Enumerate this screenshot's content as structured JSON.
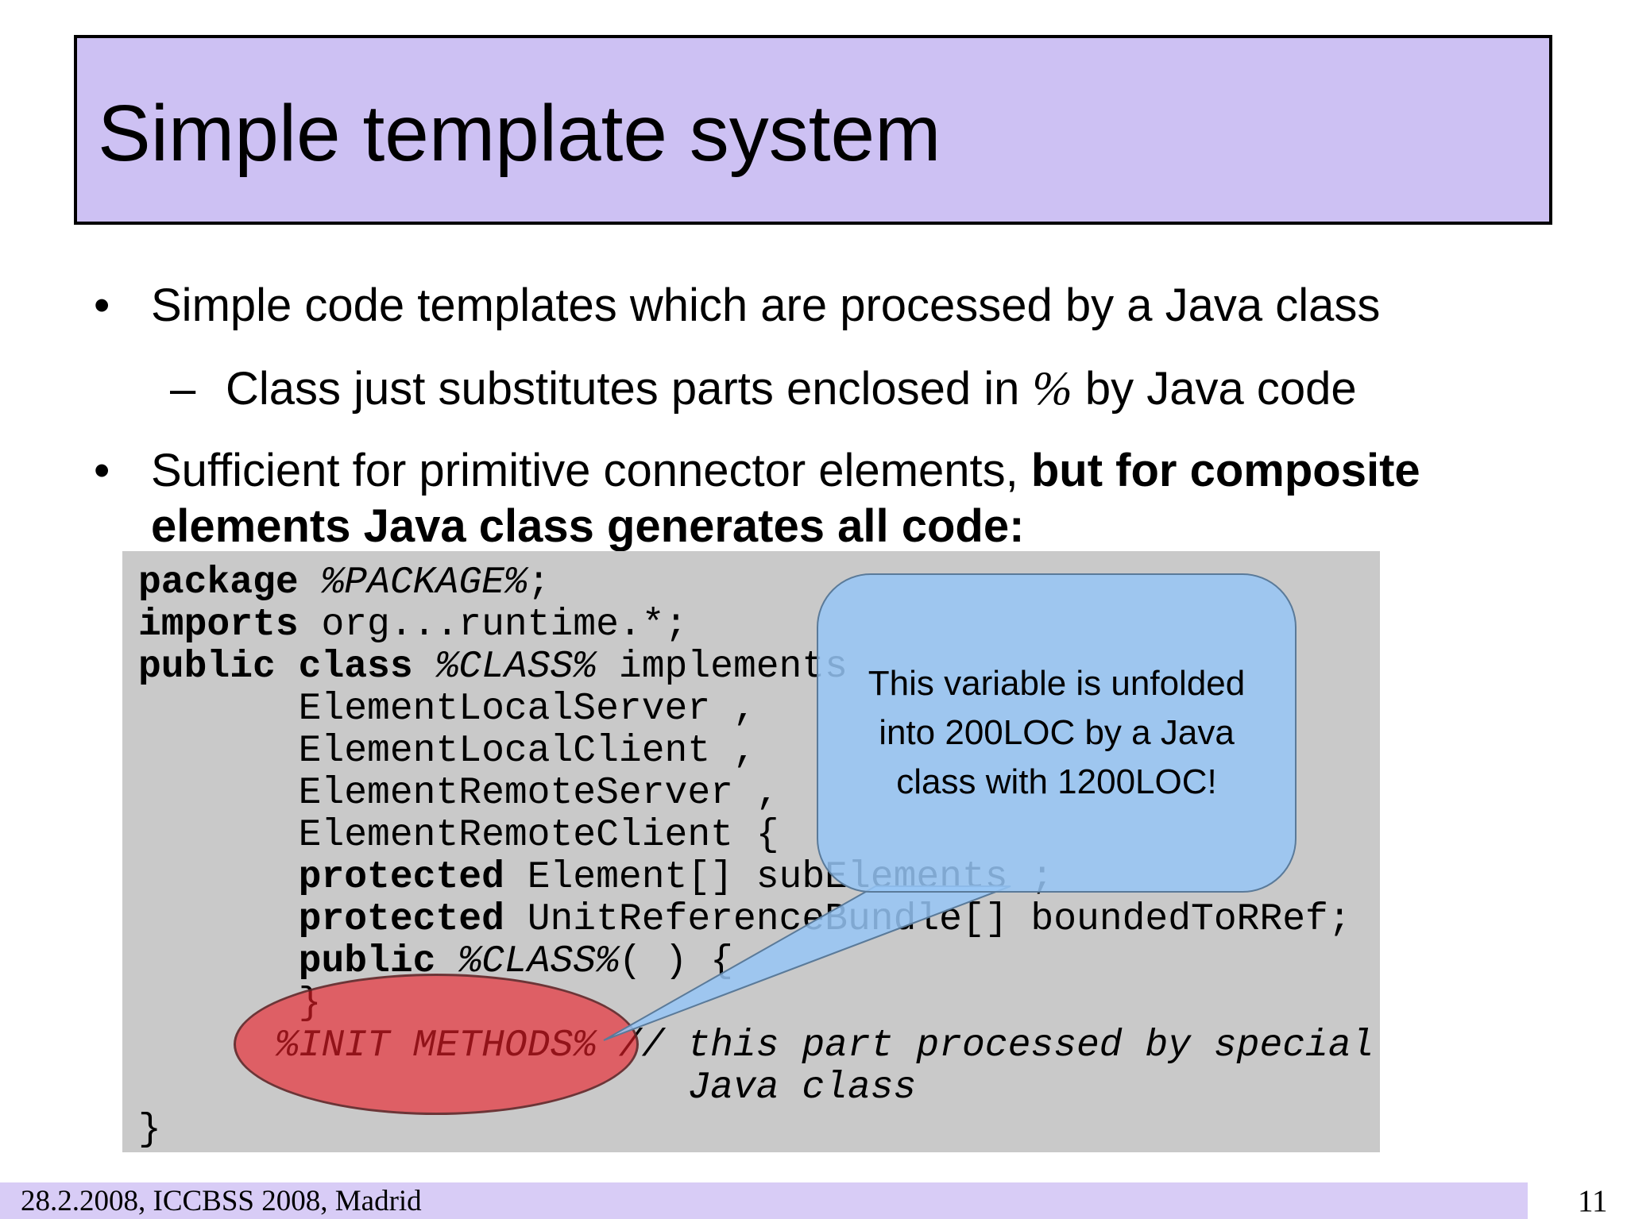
{
  "slide": {
    "title": "Simple template system",
    "footer": "28.2.2008, ICCBSS 2008, Madrid",
    "page_number": "11"
  },
  "bullets": {
    "b1": {
      "marker": "•",
      "segments": [
        {
          "t": "Simple code templates which are processed by a Java class"
        }
      ]
    },
    "sub1": {
      "marker": "–",
      "segments": [
        {
          "t": "Class just substitutes parts enclosed in "
        },
        {
          "t": "%",
          "s": "pct"
        },
        {
          "t": " by Java code"
        }
      ]
    },
    "b2": {
      "marker": "•",
      "lines": [
        [
          {
            "t": "Sufficient for primitive connector elements, "
          },
          {
            "t": "but for composite",
            "s": "b"
          }
        ],
        [
          {
            "t": "elements Java class generates all code:",
            "s": "b"
          }
        ]
      ]
    }
  },
  "code": {
    "lines": [
      [
        {
          "t": "package",
          "s": "kw"
        },
        {
          "t": " "
        },
        {
          "t": "%PACKAGE%",
          "s": "var"
        },
        {
          "t": ";"
        }
      ],
      [
        {
          "t": "imports",
          "s": "kw"
        },
        {
          "t": " org...runtime.*;"
        }
      ],
      [
        {
          "t": "public class",
          "s": "kw"
        },
        {
          "t": " "
        },
        {
          "t": "%CLASS%",
          "s": "var"
        },
        {
          "t": " implements"
        }
      ],
      [
        {
          "t": "       ElementLocalServer ,"
        }
      ],
      [
        {
          "t": "       ElementLocalClient ,"
        }
      ],
      [
        {
          "t": "       ElementRemoteServer ,"
        }
      ],
      [
        {
          "t": "       ElementRemoteClient {"
        }
      ],
      [
        {
          "t": "       "
        },
        {
          "t": "protected",
          "s": "kw"
        },
        {
          "t": " Element[] subElements ;"
        }
      ],
      [
        {
          "t": "       "
        },
        {
          "t": "protected",
          "s": "kw"
        },
        {
          "t": " UnitReferenceBundle[] boundedToRRef;"
        }
      ],
      [
        {
          "t": "       "
        },
        {
          "t": "public",
          "s": "kw"
        },
        {
          "t": " "
        },
        {
          "t": "%CLASS%",
          "s": "var"
        },
        {
          "t": "( ) {"
        }
      ],
      [
        {
          "t": "       }"
        }
      ],
      [
        {
          "t": "      "
        },
        {
          "t": "%INIT METHODS%",
          "s": "var"
        },
        {
          "t": " "
        },
        {
          "t": "// this part processed by special",
          "s": "cmt"
        }
      ],
      [
        {
          "t": "                        "
        },
        {
          "t": "Java class",
          "s": "cmt"
        }
      ],
      [
        {
          "t": "}"
        }
      ]
    ]
  },
  "callout": {
    "lines": [
      "This variable is unfolded",
      "into 200LOC by a Java",
      "class with 1200LOC!"
    ]
  },
  "colors": {
    "title_fill": "#cdc1f3",
    "footer_fill": "#d8ccf6",
    "code_background": "#c9c9c9",
    "callout_blue": "#96c6f6",
    "highlight_red": "#eb4a4a"
  }
}
